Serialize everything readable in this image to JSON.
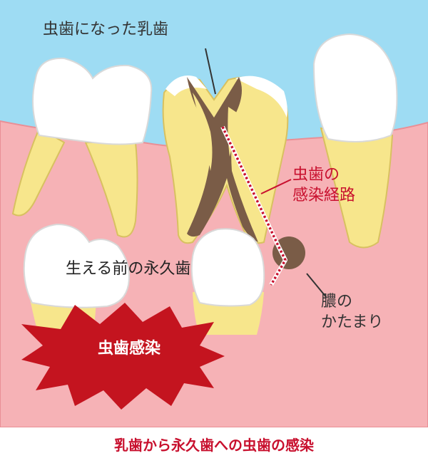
{
  "labels": {
    "decayed_tooth": "虫歯になった乳歯",
    "infection_path_line1": "虫歯の",
    "infection_path_line2": "感染経路",
    "pus_line1": "膿の",
    "pus_line2": "かたまり",
    "permanent_tooth": "生える前の永久歯",
    "infection_burst": "虫歯感染"
  },
  "caption": "乳歯から永久歯への虫歯の感染",
  "colors": {
    "sky": "#9edcf3",
    "gum": "#f6b2b6",
    "gum_edge": "#e98f96",
    "enamel": "#ffffff",
    "root": "#f7e68c",
    "decay": "#7a5c47",
    "burst": "#c4141f",
    "path": "#c8102e",
    "pus": "#7a5c47"
  }
}
